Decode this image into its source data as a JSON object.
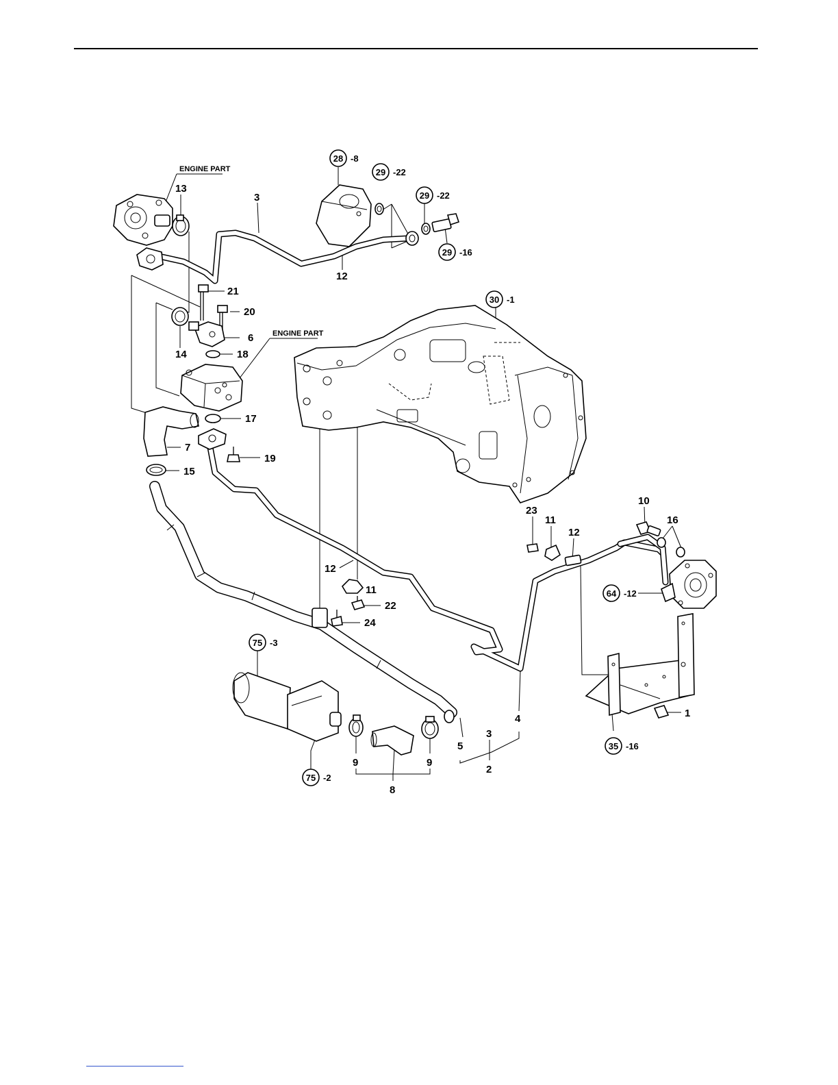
{
  "tags": {
    "engine_part_1": "ENGINE PART",
    "engine_part_2": "ENGINE PART"
  },
  "refs": {
    "r28": {
      "num": "28",
      "sub": "-8"
    },
    "r29a": {
      "num": "29",
      "sub": "-22"
    },
    "r29b": {
      "num": "29",
      "sub": "-22"
    },
    "r29c": {
      "num": "29",
      "sub": "-16"
    },
    "r30": {
      "num": "30",
      "sub": "-1"
    },
    "r64": {
      "num": "64",
      "sub": "-12"
    },
    "r75a": {
      "num": "75",
      "sub": "-3"
    },
    "r75b": {
      "num": "75",
      "sub": "-2"
    },
    "r35": {
      "num": "35",
      "sub": "-16"
    }
  },
  "labels": {
    "p13": "13",
    "p3a": "3",
    "p12a": "12",
    "p21": "21",
    "p20": "20",
    "p6": "6",
    "p14": "14",
    "p18": "18",
    "p17": "17",
    "p7": "7",
    "p19": "19",
    "p15": "15",
    "p12b": "12",
    "p11a": "11",
    "p22": "22",
    "p24": "24",
    "p23": "23",
    "p11b": "11",
    "p12c": "12",
    "p10": "10",
    "p16": "16",
    "p1": "1",
    "p4": "4",
    "p3b": "3",
    "p5": "5",
    "p2": "2",
    "p9a": "9",
    "p9b": "9",
    "p8": "8"
  }
}
